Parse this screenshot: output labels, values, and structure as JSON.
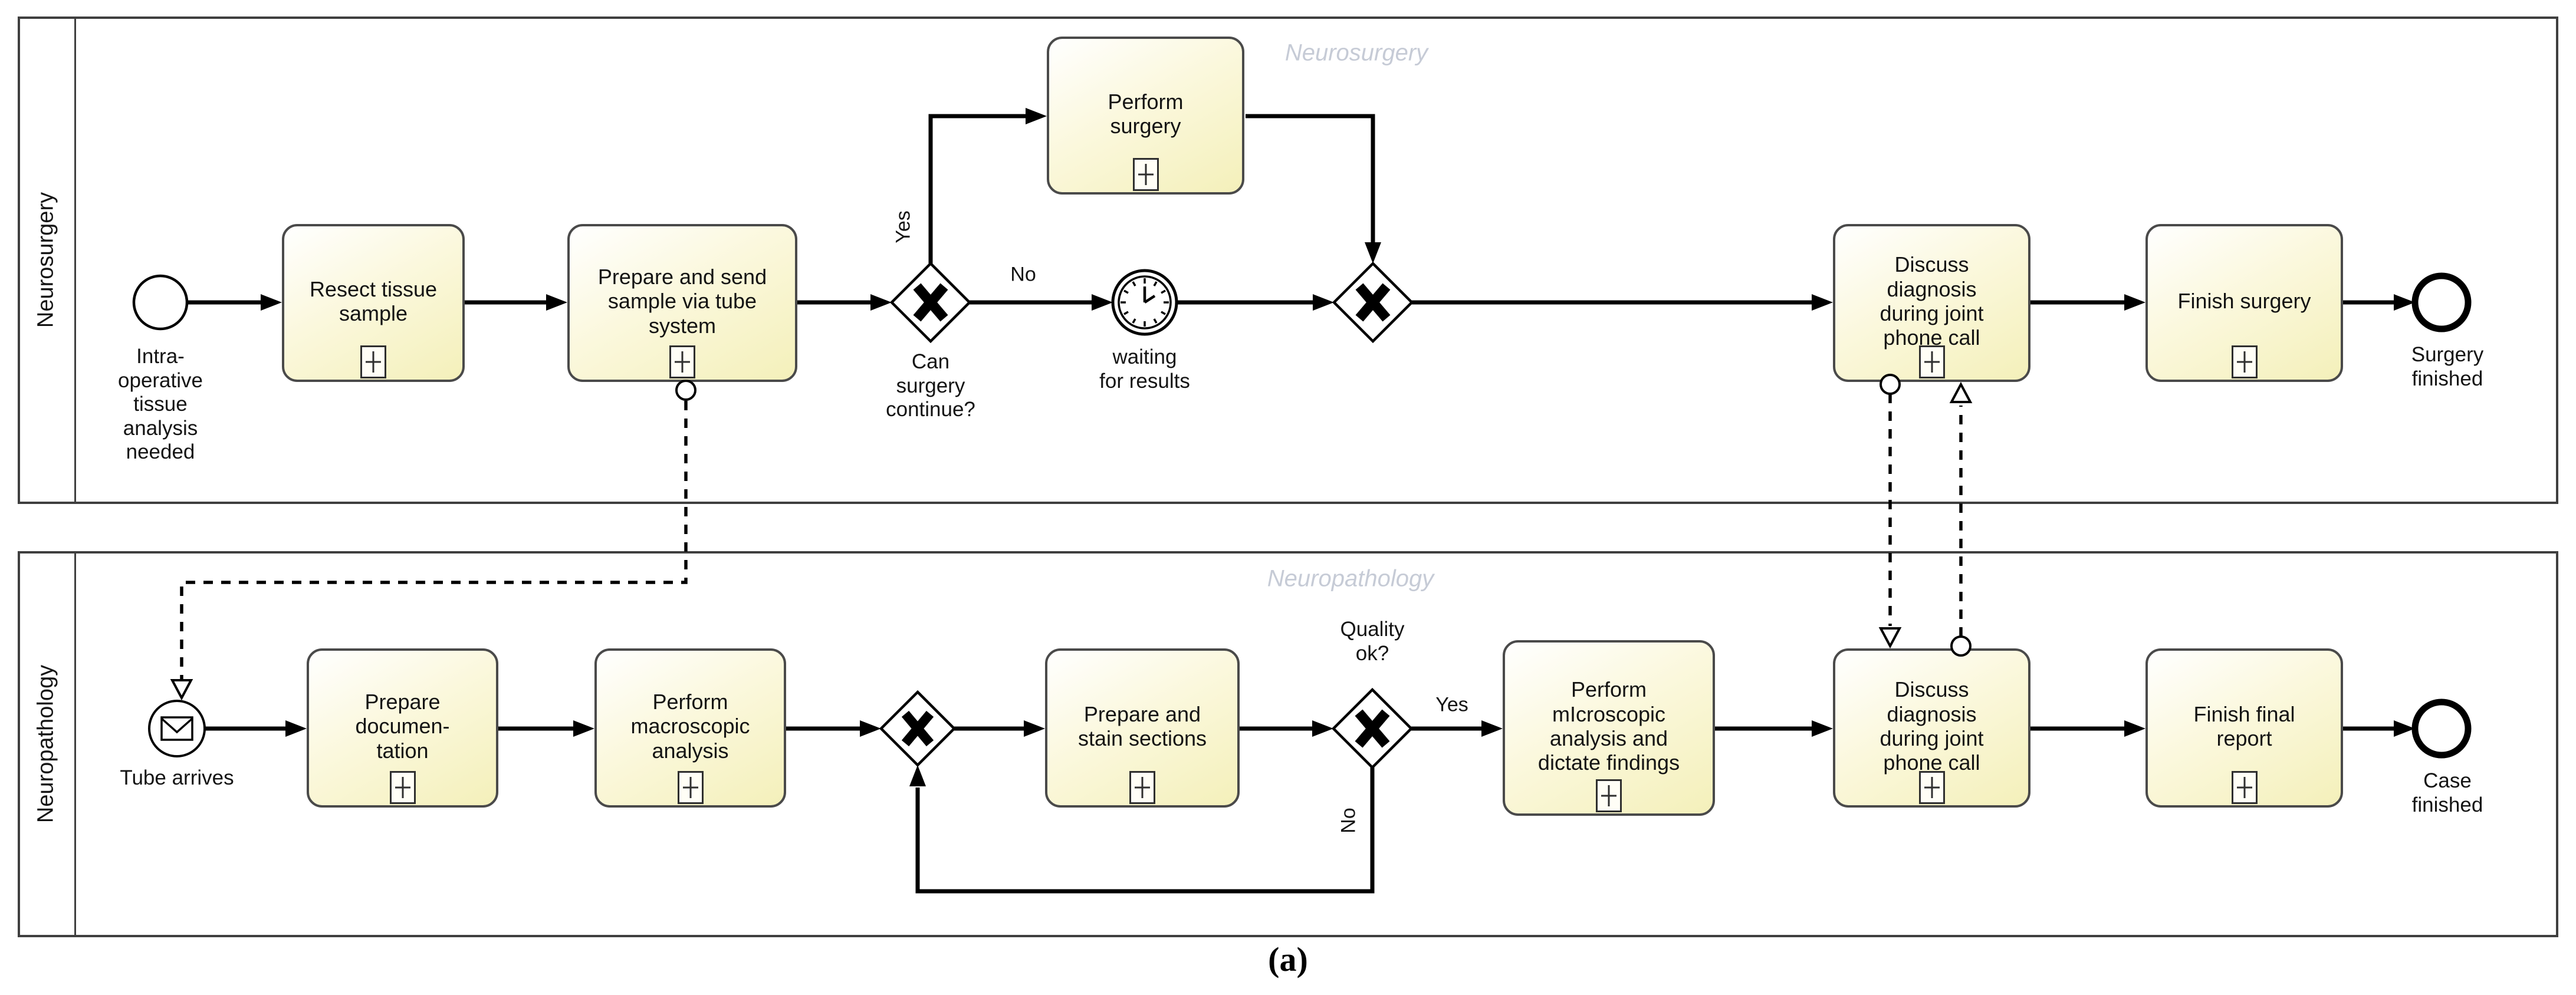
{
  "caption": "(a)",
  "colors": {
    "task_fill_top": "#ffffff",
    "task_fill_bottom": "#f4f0ba",
    "task_border": "#4a4a4a",
    "flow": "#000000",
    "lane_border": "#3f3f3f",
    "text": "#141414",
    "watermark": "#c6cbd6"
  },
  "lanes": [
    {
      "label": "Neurosurgery",
      "watermark": "Neurosurgery"
    },
    {
      "label": "Neuropathology",
      "watermark": "Neuropathology"
    }
  ],
  "neurosurgery": {
    "start_event": "Intra-\noperative\ntissue\nanalysis\nneeded",
    "task_resect": "Resect tissue\nsample",
    "task_prepare_send": "Prepare and send\nsample via tube\nsystem",
    "gateway_can_continue": "Can\nsurgery\ncontinue?",
    "label_yes": "Yes",
    "label_no": "No",
    "task_perform_surgery": "Perform\nsurgery",
    "timer_event": "waiting\nfor results",
    "task_discuss": "Discuss\ndiagnosis\nduring joint\nphone call",
    "task_finish_surgery": "Finish surgery",
    "end_event": "Surgery\nfinished"
  },
  "neuropathology": {
    "start_event": "Tube arrives",
    "task_prepare_doc": "Prepare\ndocumen-\ntation",
    "task_macroscopic": "Perform\nmacroscopic\nanalysis",
    "task_stain": "Prepare and\nstain sections",
    "gateway_quality": "Quality\nok?",
    "label_yes": "Yes",
    "label_no": "No",
    "task_microscopic": "Perform\nmIcroscopic\nanalysis and\ndictate findings",
    "task_discuss": "Discuss\ndiagnosis\nduring joint\nphone call",
    "task_finish_report": "Finish final\nreport",
    "end_event": "Case\nfinished"
  }
}
